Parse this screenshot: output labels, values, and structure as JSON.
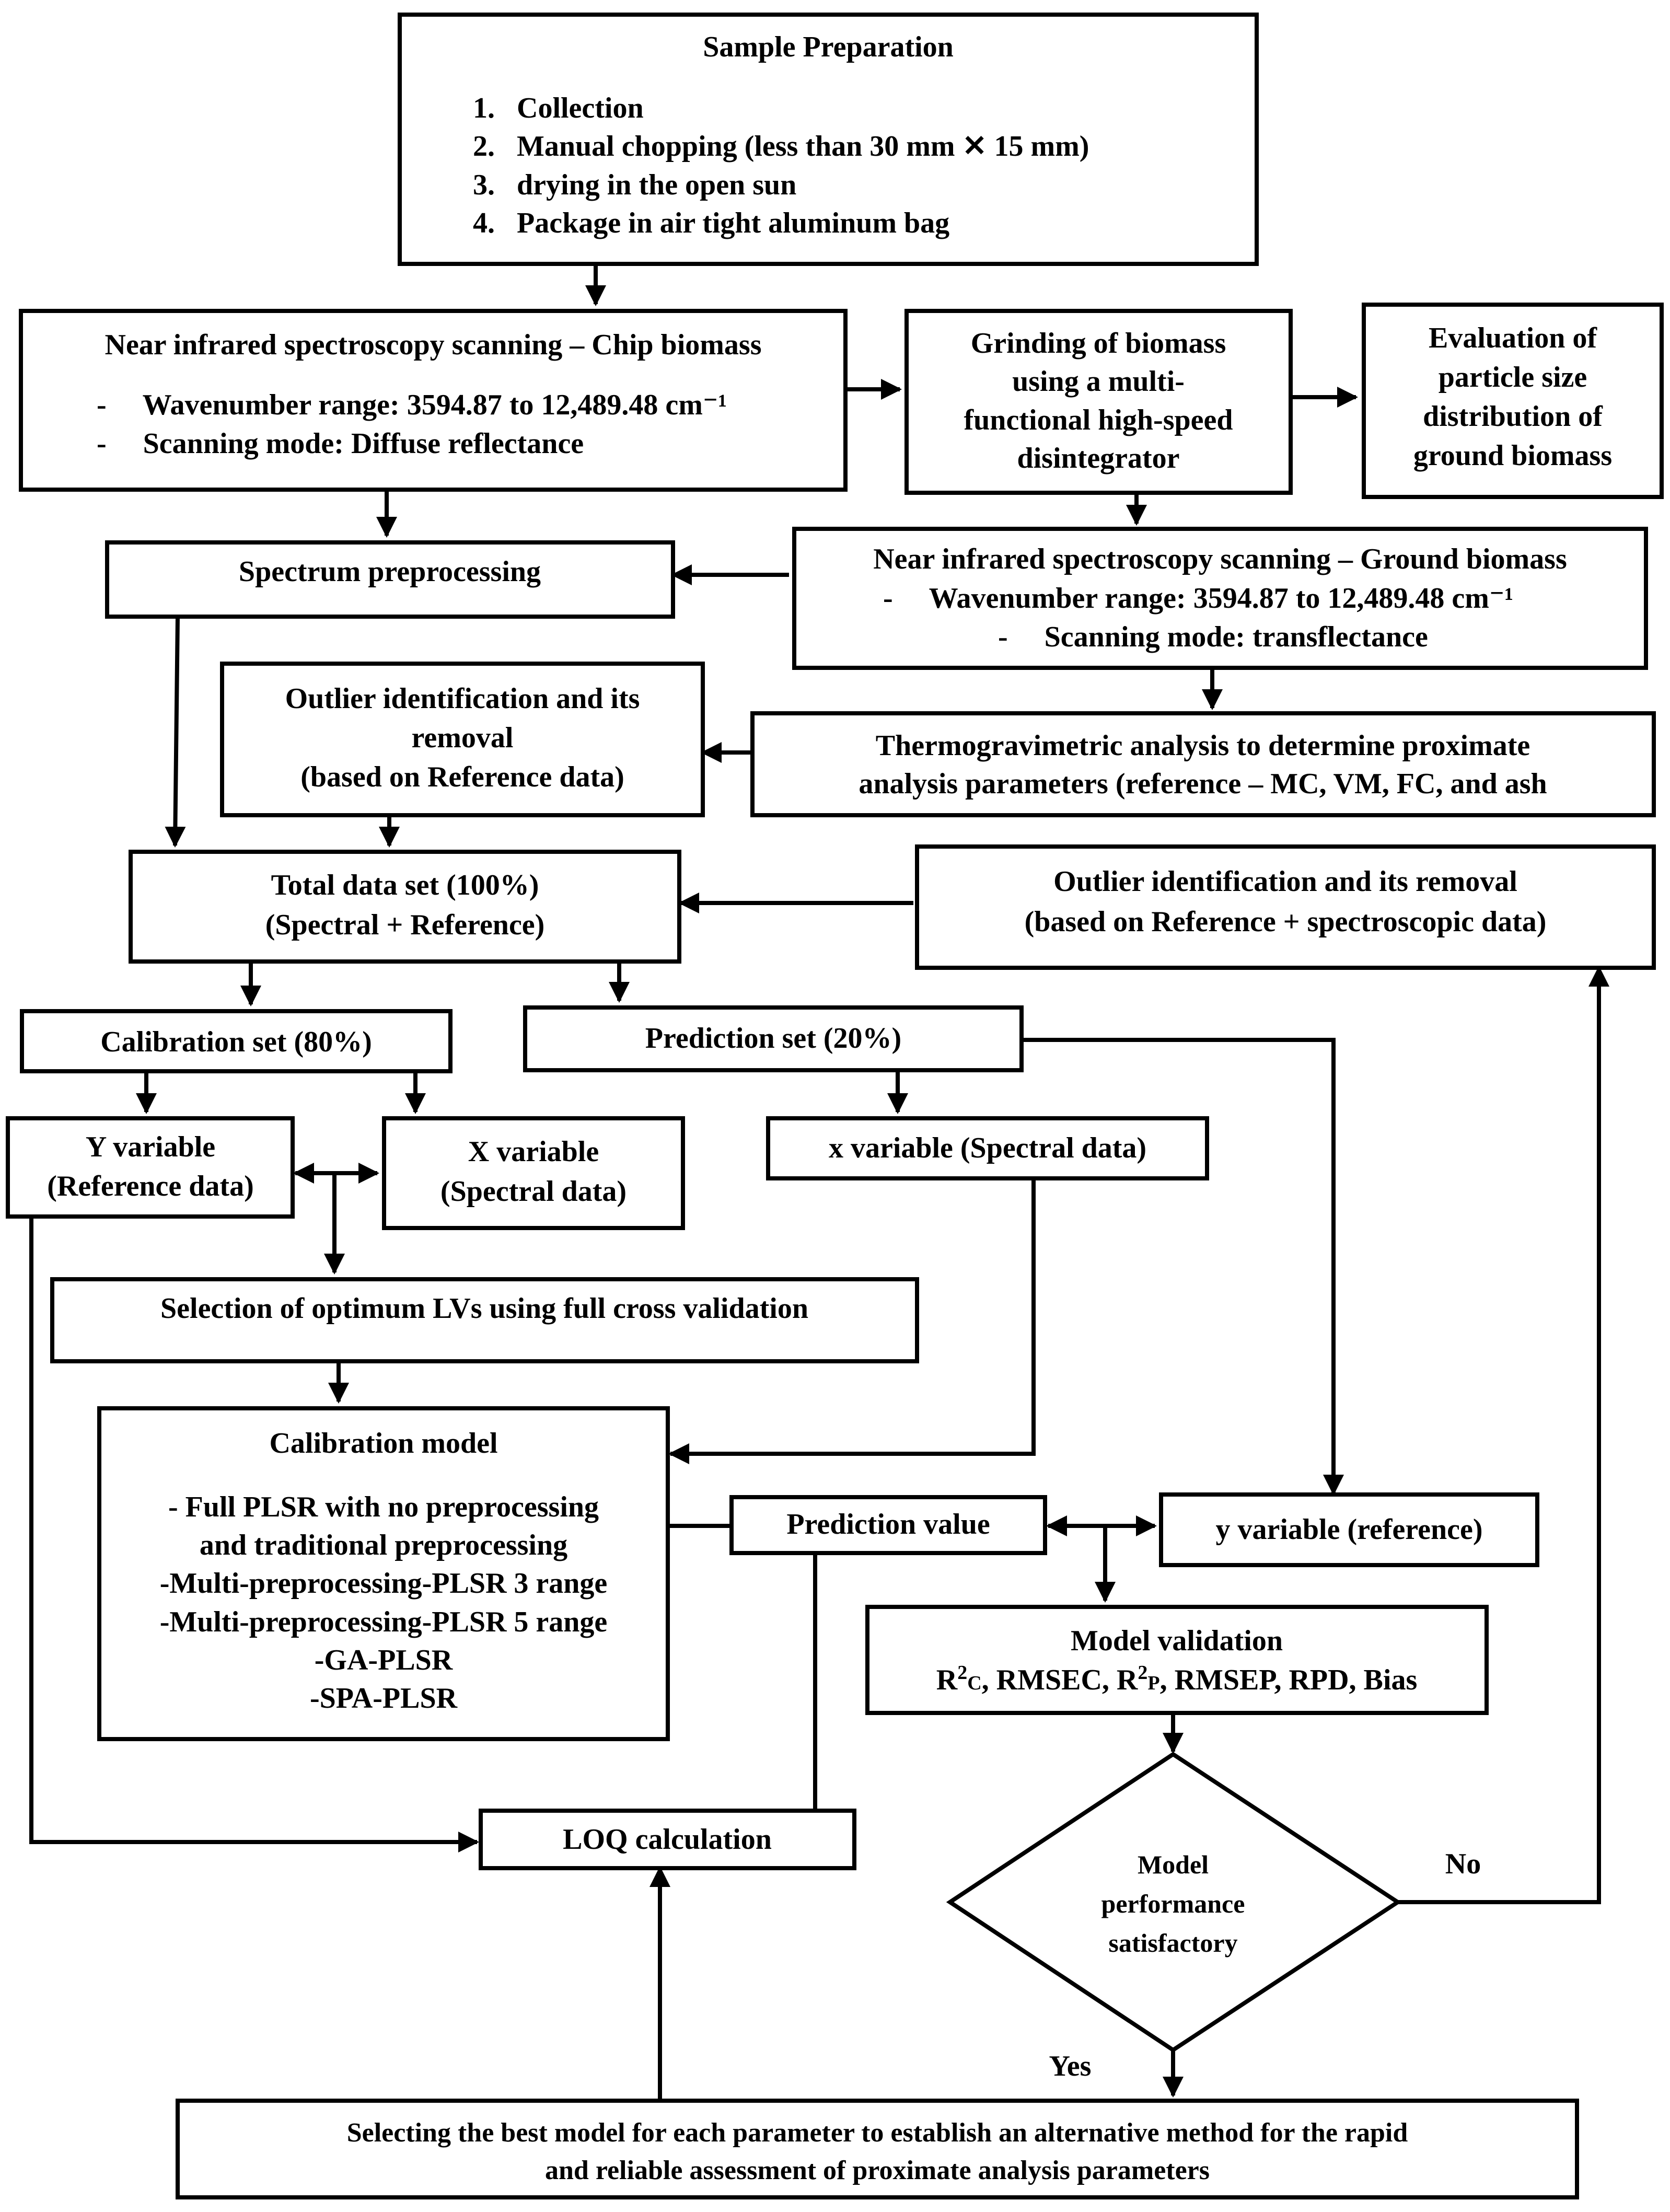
{
  "sample_preparation": {
    "title": "Sample Preparation",
    "steps": [
      "1.   Collection",
      "2.   Manual chopping (less than 30 mm ✕ 15 mm)",
      "3.   drying in the open sun",
      "4.   Package in air tight aluminum bag"
    ]
  },
  "nir_chip": {
    "title": "Near infrared spectroscopy scanning – Chip biomass",
    "line1": "-     Wavenumber range: 3594.87 to 12,489.48 cm⁻¹",
    "line2": "-     Scanning mode: Diffuse reflectance"
  },
  "grinding": {
    "lines": [
      "Grinding of biomass",
      "using a multi-",
      "functional high-speed",
      "disintegrator"
    ]
  },
  "particle_size": {
    "lines": [
      "Evaluation of",
      "particle size",
      "distribution of",
      "ground biomass"
    ]
  },
  "spectrum_preprocessing": {
    "label": "Spectrum preprocessing"
  },
  "nir_ground": {
    "title": "Near infrared spectroscopy scanning – Ground biomass",
    "line1": "-     Wavenumber range: 3594.87 to 12,489.48 cm⁻¹",
    "line2": "-     Scanning mode: transflectance"
  },
  "outlier_reference": {
    "lines": [
      "Outlier identification and its",
      "removal",
      "(based on Reference data)"
    ]
  },
  "tga": {
    "lines": [
      "Thermogravimetric analysis to determine proximate",
      "analysis parameters (reference – MC, VM, FC, and ash"
    ]
  },
  "total_dataset": {
    "lines": [
      "Total data set (100%)",
      "(Spectral + Reference)"
    ]
  },
  "outlier_spectroscopic": {
    "lines": [
      "Outlier identification and its removal",
      "(based on Reference + spectroscopic data)"
    ]
  },
  "calibration_set": {
    "label": "Calibration set (80%)"
  },
  "prediction_set": {
    "label": "Prediction set (20%)"
  },
  "y_variable": {
    "lines": [
      "Y variable",
      "(Reference data)"
    ]
  },
  "x_variable": {
    "lines": [
      "X variable",
      "(Spectral data)"
    ]
  },
  "x_variable_pred": {
    "label": "x variable (Spectral data)"
  },
  "lv_selection": {
    "label": "Selection of optimum LVs using full cross validation"
  },
  "calibration_model": {
    "title": "Calibration model",
    "lines": [
      "- Full PLSR with no preprocessing",
      "and traditional preprocessing",
      "-Multi-preprocessing-PLSR 3 range",
      "-Multi-preprocessing-PLSR 5 range",
      "-GA-PLSR",
      "-SPA-PLSR"
    ]
  },
  "prediction_value": {
    "label": "Prediction value"
  },
  "y_variable_ref": {
    "label": "y variable (reference)"
  },
  "model_validation": {
    "title": "Model validation",
    "r2": "R",
    "sup2": "2",
    "subc": "C",
    "rmsec": ", RMSEC, ",
    "subp": "P",
    "rest": ", RMSEP, RPD, Bias"
  },
  "decision": {
    "lines": [
      "Model",
      "performance",
      "satisfactory"
    ]
  },
  "labels": {
    "no": "No",
    "yes": "Yes"
  },
  "loq": {
    "label": "LOQ calculation"
  },
  "best_model": {
    "lines": [
      "Selecting the best model for each parameter to establish an alternative method for the rapid",
      "and reliable assessment of proximate analysis parameters"
    ]
  }
}
